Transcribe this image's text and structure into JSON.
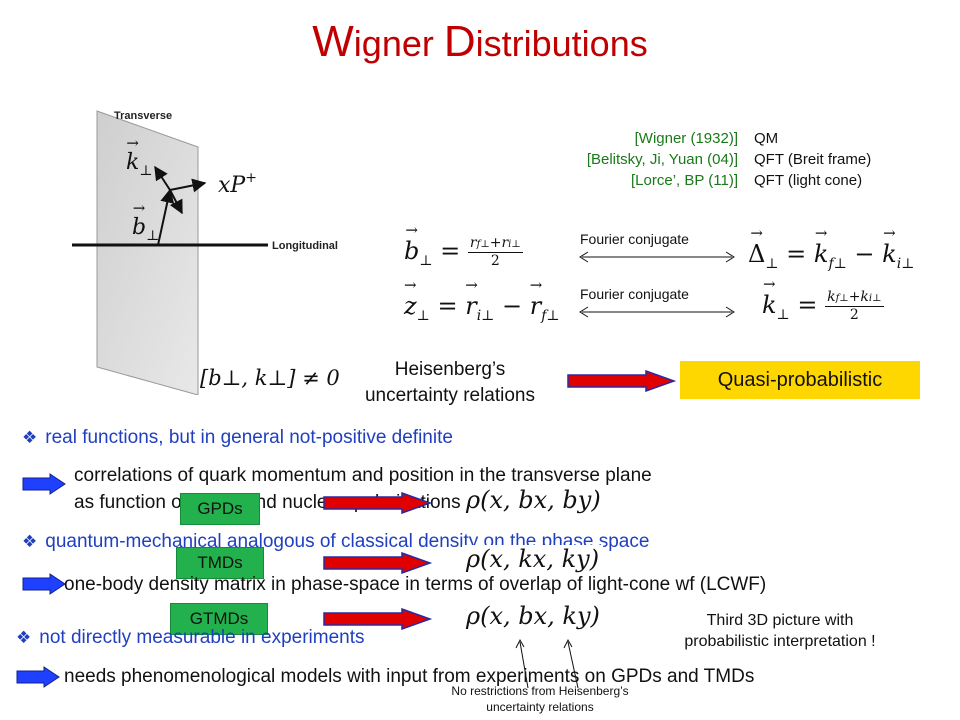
{
  "title": {
    "w": "W",
    "igner": "igner ",
    "d": "D",
    "istributions": "istributions"
  },
  "diagram": {
    "transverse_label": "Transverse",
    "longitudinal_label": "Longitudinal",
    "k_label": "k",
    "k_sub": "⊥",
    "b_label": "b",
    "b_sub": "⊥",
    "xp_label": "xP",
    "xp_sup": "+",
    "commutator": "[b⊥, k⊥] ≠ 0"
  },
  "references": [
    {
      "ref": "[Wigner (1932)]",
      "desc": "QM"
    },
    {
      "ref": "[Belitsky, Ji, Yuan (04)]",
      "desc": "QFT (Breit frame)"
    },
    {
      "ref": "[Lorce’, BP (11)]",
      "desc": "QFT (light cone)"
    }
  ],
  "fourier": {
    "label1": "Fourier conjugate",
    "label2": "Fourier conjugate"
  },
  "heisenberg": {
    "line1": "Heisenberg’s",
    "line2": "uncertainty relations"
  },
  "quasi_label": "Quasi-probabilistic",
  "bullets": {
    "real": "real functions, but in general not-positive definite",
    "quantum": "quantum-mechanical analogous of classical density on the phase space",
    "not_measurable": "not directly measurable in experiments"
  },
  "lines": {
    "correlations1": "correlations of quark momentum and position in the transverse plane",
    "correlations2": "as function of quark and nucleon polarizations",
    "one_body": "one-body density matrix in phase-space in terms of overlap of light-cone wf (LCWF)",
    "needs": "needs phenomenological models with input from experiments on GPDs and TMDs"
  },
  "tags": {
    "gpds": "GPDs",
    "tmds": "TMDs",
    "gtmds": "GTMDs"
  },
  "rho": {
    "r1": "ρ(x, bx, by)",
    "r2": "ρ(x, kx, ky)",
    "r3": "ρ(x, bx, ky)"
  },
  "third_picture": {
    "line1": "Third 3D picture with",
    "line2": "probabilistic interpretation !"
  },
  "no_restrictions": {
    "line1": "No restrictions from Heisenberg’s",
    "line2": "uncertainty relations"
  },
  "colors": {
    "title": "#c00000",
    "blue_text": "#1f3fbf",
    "green_refs": "#1a7a1a",
    "tag_green": "#22b14c",
    "quasi_yellow": "#ffd700",
    "red_arrow": "#e00000"
  }
}
